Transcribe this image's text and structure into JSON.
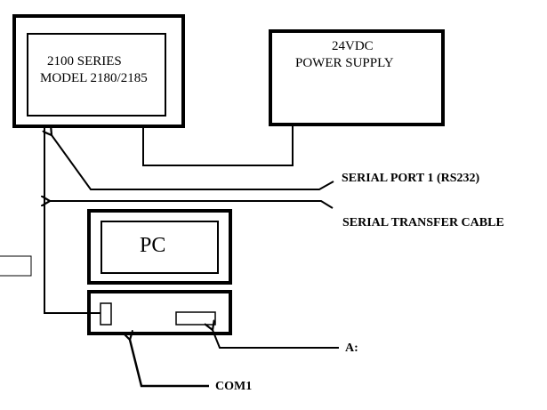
{
  "labels": {
    "device_line1": "2100 SERIES",
    "device_line2": "MODEL 2180/2185",
    "power_line1": "24VDC",
    "power_line2": "POWER SUPPLY",
    "pc": "PC",
    "serial_port": "SERIAL PORT 1 (RS232)",
    "serial_cable": "SERIAL TRANSFER CABLE",
    "drive_a": "A:",
    "com1": "COM1"
  },
  "colors": {
    "line": "#000000",
    "background": "#ffffff"
  }
}
